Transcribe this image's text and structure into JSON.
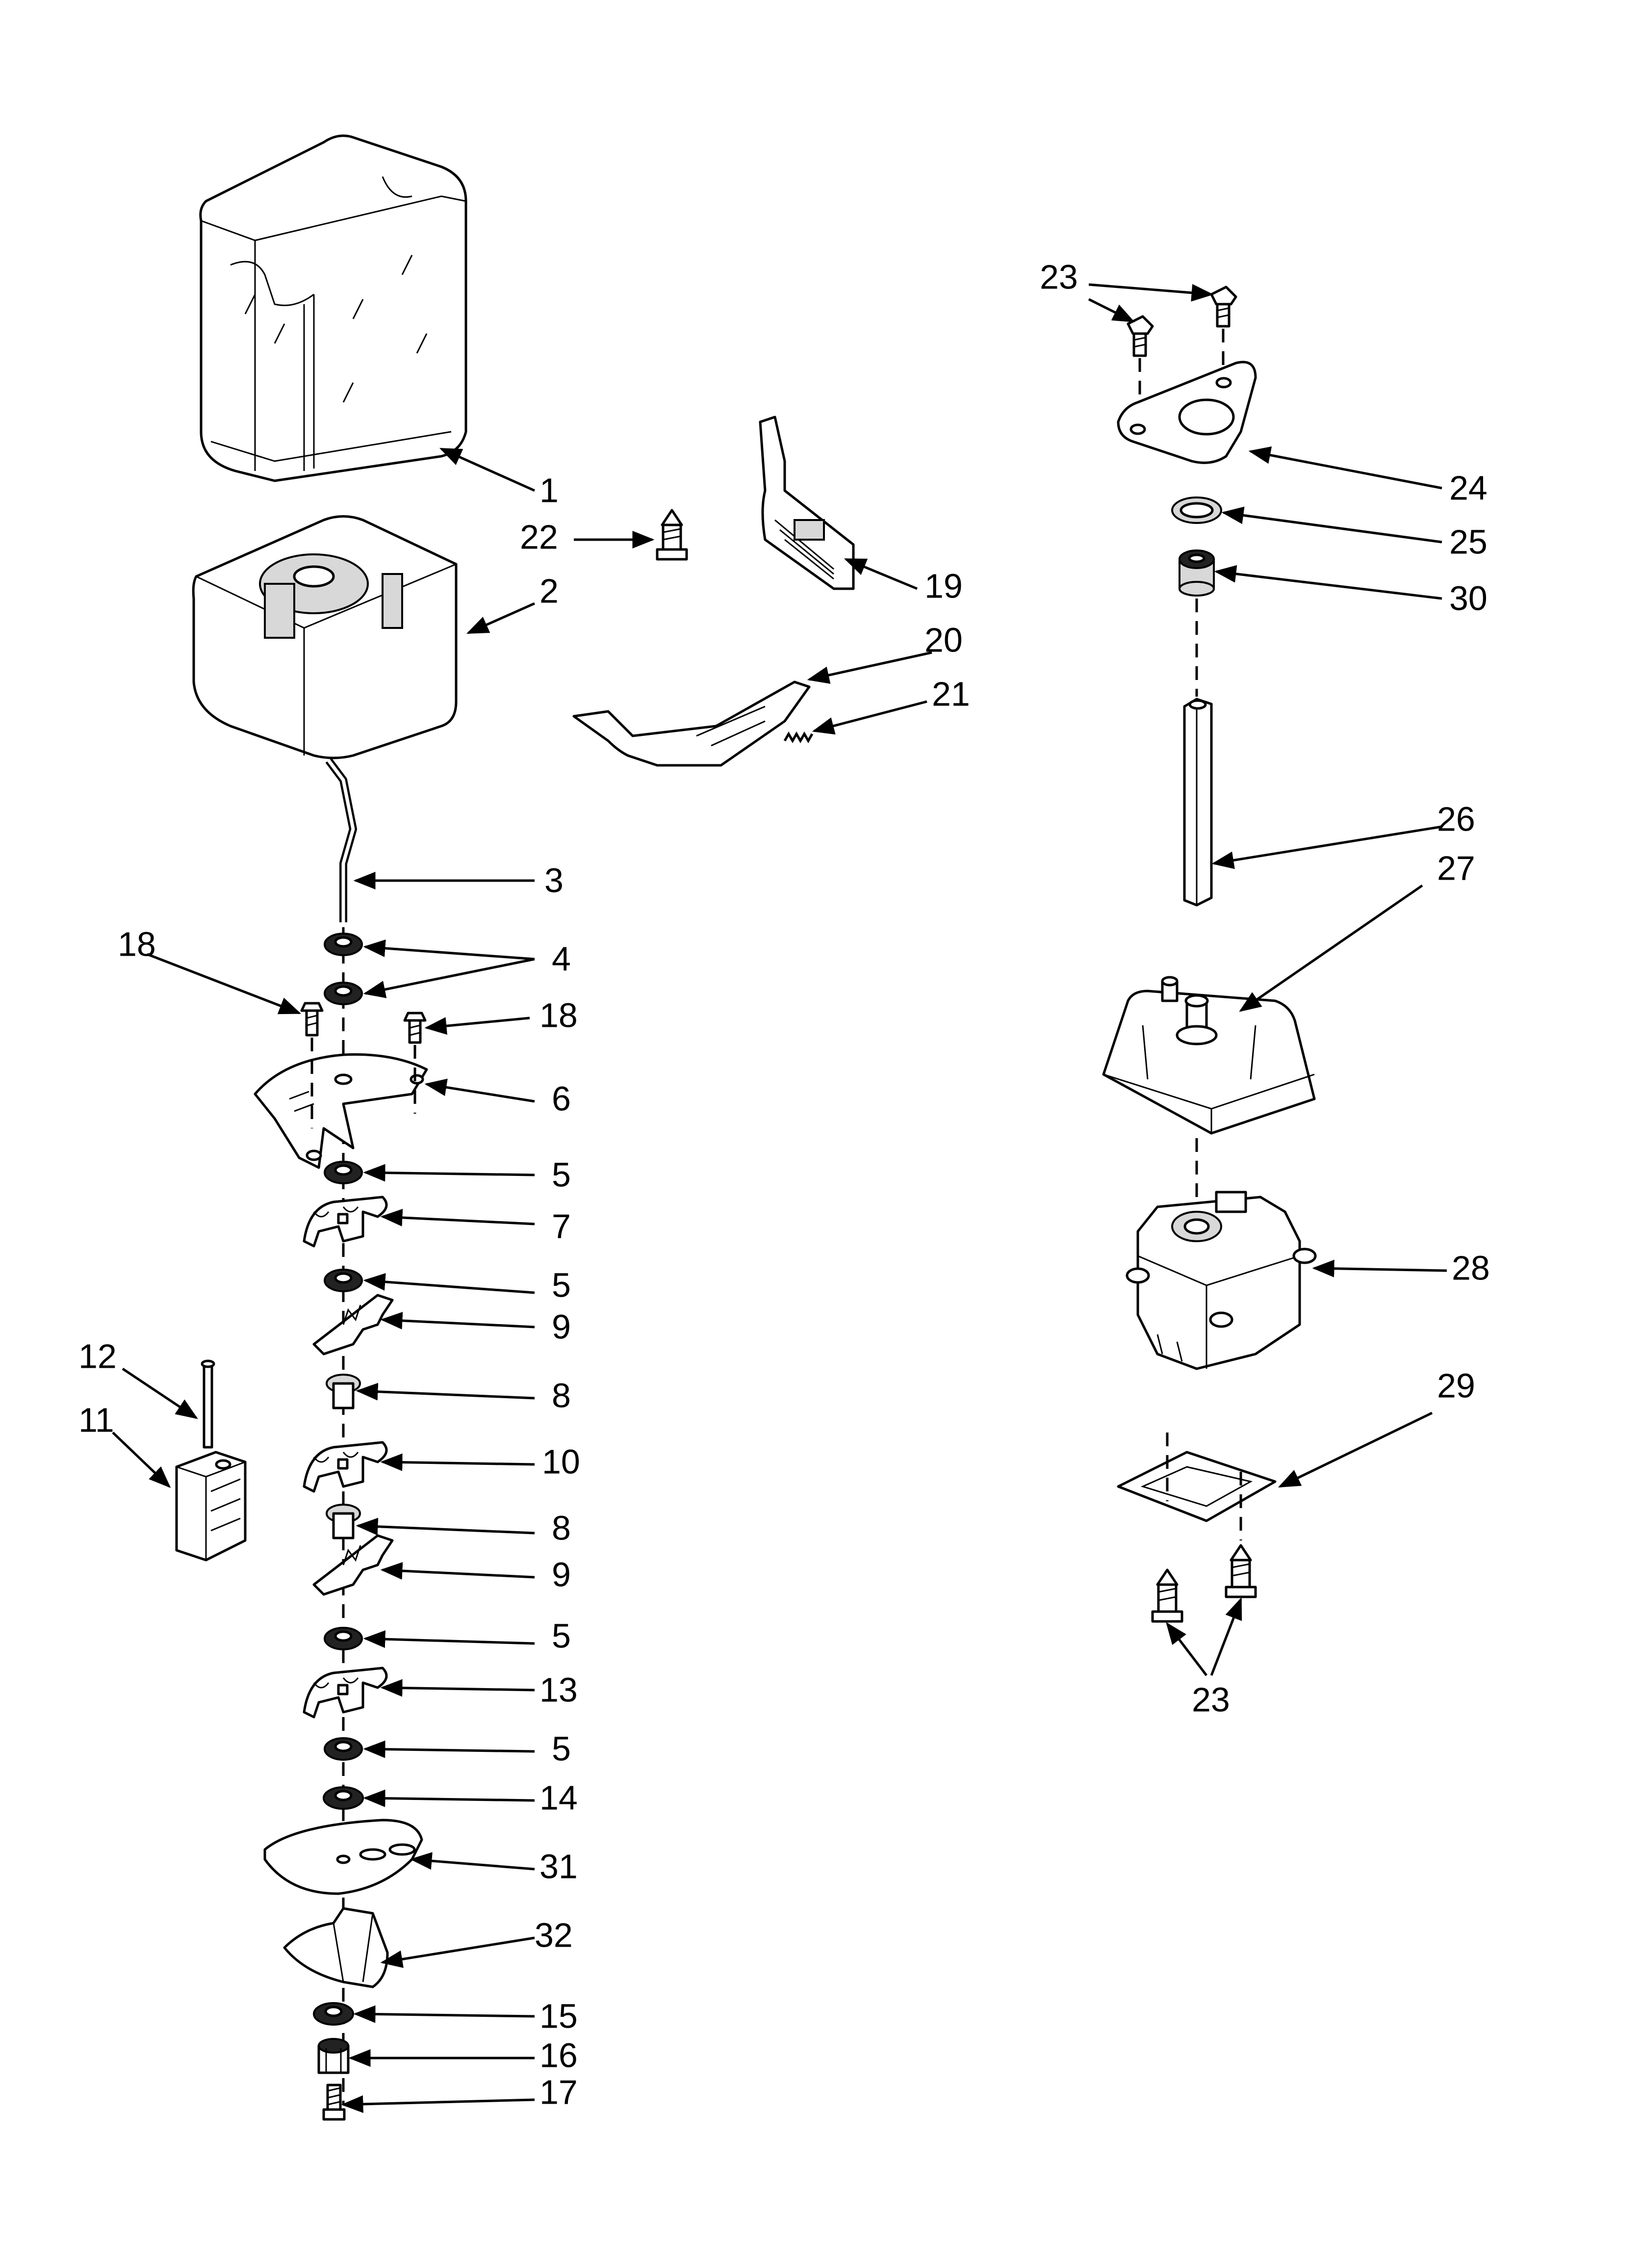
{
  "diagram": {
    "type": "exploded-parts-diagram",
    "callouts": [
      {
        "id": "c1",
        "label": "1"
      },
      {
        "id": "c2",
        "label": "2"
      },
      {
        "id": "c3",
        "label": "3"
      },
      {
        "id": "c4",
        "label": "4"
      },
      {
        "id": "c5a",
        "label": "5"
      },
      {
        "id": "c5b",
        "label": "5"
      },
      {
        "id": "c5c",
        "label": "5"
      },
      {
        "id": "c5d",
        "label": "5"
      },
      {
        "id": "c6",
        "label": "6"
      },
      {
        "id": "c7",
        "label": "7"
      },
      {
        "id": "c8a",
        "label": "8"
      },
      {
        "id": "c8b",
        "label": "8"
      },
      {
        "id": "c9a",
        "label": "9"
      },
      {
        "id": "c9b",
        "label": "9"
      },
      {
        "id": "c10",
        "label": "10"
      },
      {
        "id": "c11",
        "label": "11"
      },
      {
        "id": "c12",
        "label": "12"
      },
      {
        "id": "c13",
        "label": "13"
      },
      {
        "id": "c14",
        "label": "14"
      },
      {
        "id": "c15",
        "label": "15"
      },
      {
        "id": "c16",
        "label": "16"
      },
      {
        "id": "c17",
        "label": "17"
      },
      {
        "id": "c18a",
        "label": "18"
      },
      {
        "id": "c18b",
        "label": "18"
      },
      {
        "id": "c19",
        "label": "19"
      },
      {
        "id": "c20",
        "label": "20"
      },
      {
        "id": "c21",
        "label": "21"
      },
      {
        "id": "c22",
        "label": "22"
      },
      {
        "id": "c23a",
        "label": "23"
      },
      {
        "id": "c23b",
        "label": "23"
      },
      {
        "id": "c24",
        "label": "24"
      },
      {
        "id": "c25",
        "label": "25"
      },
      {
        "id": "c26",
        "label": "26"
      },
      {
        "id": "c27",
        "label": "27"
      },
      {
        "id": "c28",
        "label": "28"
      },
      {
        "id": "c29",
        "label": "29"
      },
      {
        "id": "c30",
        "label": "30"
      },
      {
        "id": "c31",
        "label": "31"
      },
      {
        "id": "c32",
        "label": "32"
      }
    ]
  }
}
